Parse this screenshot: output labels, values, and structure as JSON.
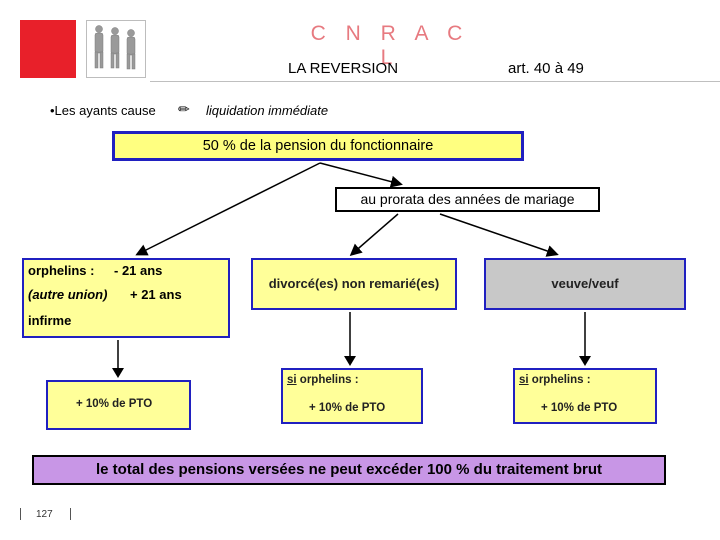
{
  "header": {
    "brand": "C N R A C L",
    "subtitle": "LA REVERSION",
    "article": "art. 40 à 49",
    "brand_color": "#e77a80",
    "square_color": "#e8202a"
  },
  "intro": {
    "ayants_cause": "•Les ayants cause",
    "arrow_icon": "pencil-icon",
    "arrow_glyph": "✏",
    "liquidation": "liquidation immédiate"
  },
  "boxes": {
    "pension": "50 % de la pension du fonctionnaire",
    "prorata": "au prorata des années de mariage",
    "orphelins": {
      "label": "orphelins :",
      "age": "- 21 ans",
      "autre": "(autre union)",
      "age2": "+ 21 ans",
      "infirme": "infirme"
    },
    "divorce": "divorcé(es) non remarié(es)",
    "veuve": "veuve/veuf",
    "pto1": "+   10% de PTO",
    "pto2_si": "si",
    "pto2_label": " orphelins :",
    "pto2": "+   10% de PTO",
    "pto3_si": "si",
    "pto3_label": " orphelins :",
    "pto3": "+   10% de PTO",
    "total": "le total des pensions versées ne peut excéder 100 % du traitement brut"
  },
  "footer": {
    "page": "127"
  }
}
